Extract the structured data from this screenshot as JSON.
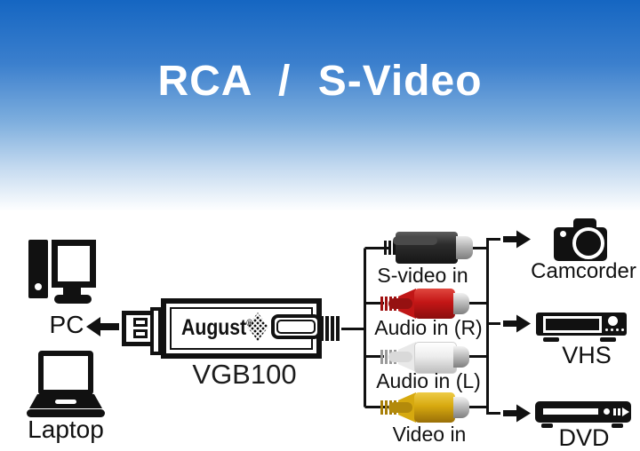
{
  "header": {
    "title": "RCA / S-Video",
    "bg_top_color": "#1566c2",
    "bg_bottom_color": "#ffffff",
    "title_color": "#ffffff"
  },
  "left": {
    "pc_label": "PC",
    "laptop_label": "Laptop"
  },
  "capture_device": {
    "brand": "August",
    "registered_mark": "®",
    "model": "VGB100"
  },
  "inputs": [
    {
      "label": "S-video in",
      "connector_type": "s-video-plug",
      "connector_color": "#2b2b2b"
    },
    {
      "label": "Audio in (R)",
      "connector_type": "rca-plug",
      "connector_color": "#c41616"
    },
    {
      "label": "Audio in (L)",
      "connector_type": "rca-plug",
      "connector_color": "#ededed"
    },
    {
      "label": "Video in",
      "connector_type": "rca-plug",
      "connector_color": "#d7a90f"
    }
  ],
  "output_devices": [
    {
      "label": "Camcorder",
      "icon": "camera-icon"
    },
    {
      "label": "VHS",
      "icon": "vcr-icon"
    },
    {
      "label": "DVD",
      "icon": "dvd-player-icon"
    }
  ]
}
